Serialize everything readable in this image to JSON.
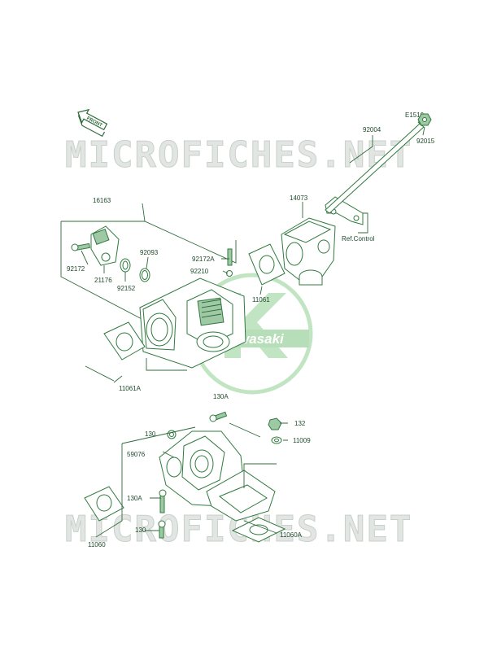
{
  "diagram_code": "E1510",
  "front_arrow_text": "FRONT",
  "watermarks": [
    "MICROFICHES.NET",
    "MICROFICHES.NET"
  ],
  "logo": {
    "brand": "Kawasaki",
    "color": "#7cc47f"
  },
  "callouts": {
    "p16163": "16163",
    "p92172": "92172",
    "p21176": "21176",
    "p92152": "92152",
    "p92093": "92093",
    "p92172A": "92172A",
    "p92210": "92210",
    "p11061": "11061",
    "p11061A": "11061A",
    "p14073": "14073",
    "p92004": "92004",
    "p92015": "92015",
    "ref_control": "Ref.Control",
    "p130A_top": "130A",
    "p130_top": "130",
    "p132": "132",
    "p11009": "11009",
    "p59076": "59076",
    "p130A_bot": "130A",
    "p130_bot": "130",
    "p11060": "11060",
    "p11060A": "11060A"
  },
  "colors": {
    "line": "#2f6b3a",
    "part_fill": "#9fc8a4",
    "watermark": "#e2e6e3"
  }
}
